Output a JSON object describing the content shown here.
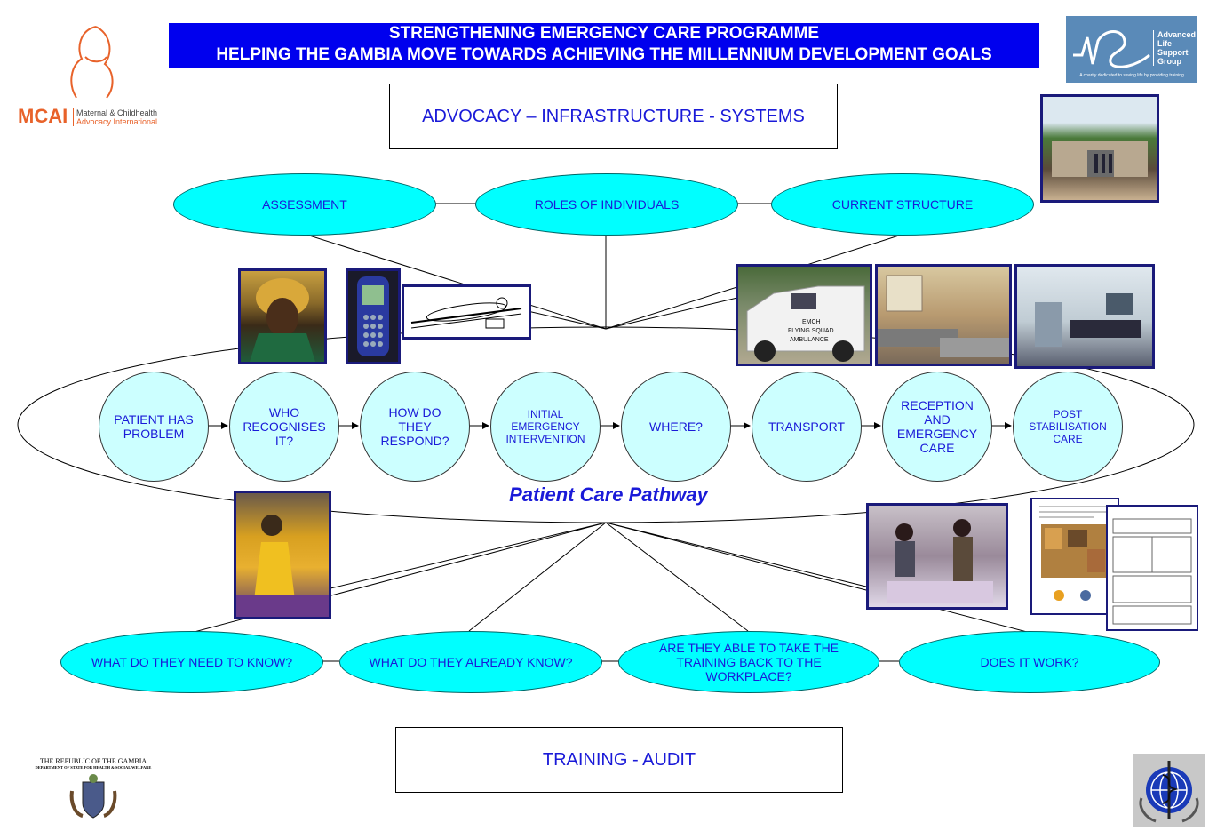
{
  "banner": {
    "line1": "STRENGTHENING EMERGENCY CARE PROGRAMME",
    "line2": "HELPING THE GAMBIA MOVE TOWARDS ACHIEVING THE MILLENNIUM DEVELOPMENT GOALS"
  },
  "top_box": "ADVOCACY – INFRASTRUCTURE - SYSTEMS",
  "bottom_box": "TRAINING - AUDIT",
  "top_ovals": [
    "ASSESSMENT",
    "ROLES OF INDIVIDUALS",
    "CURRENT STRUCTURE"
  ],
  "pathway_nodes": [
    "PATIENT HAS PROBLEM",
    "WHO RECOGNISES IT?",
    "HOW DO THEY RESPOND?",
    "INITIAL EMERGENCY INTERVENTION",
    "WHERE?",
    "TRANSPORT",
    "RECEPTION AND EMERGENCY CARE",
    "POST STABILISATION CARE"
  ],
  "pathway_title": "Patient Care Pathway",
  "bottom_ovals": [
    "WHAT DO THEY NEED TO KNOW?",
    "WHAT DO THEY ALREADY KNOW?",
    "ARE THEY ABLE TO TAKE THE TRAINING BACK TO THE WORKPLACE?",
    "DOES IT WORK?"
  ],
  "logos": {
    "mcai_abbr": "MCAI",
    "mcai_line1": "Maternal & Childhealth",
    "mcai_line2": "Advocacy International",
    "alsg_line1": "Advanced",
    "alsg_line2": "Life",
    "alsg_line3": "Support",
    "alsg_line4": "Group",
    "alsg_tagline": "A charity dedicated to saving life by providing training",
    "gambia_line1": "THE REPUBLIC OF THE GAMBIA",
    "gambia_line2": "DEPARTMENT OF STATE FOR HEALTH & SOCIAL WELFARE",
    "ambulance_text1": "EMCH",
    "ambulance_text2": "FLYING SQUAD",
    "ambulance_text3": "AMBULANCE"
  },
  "colors": {
    "banner": "#0000ee",
    "text": "#1a1ad8",
    "pathway_node": "#ccffff",
    "oval": "#00ffff",
    "mcai": "#e8622a"
  }
}
